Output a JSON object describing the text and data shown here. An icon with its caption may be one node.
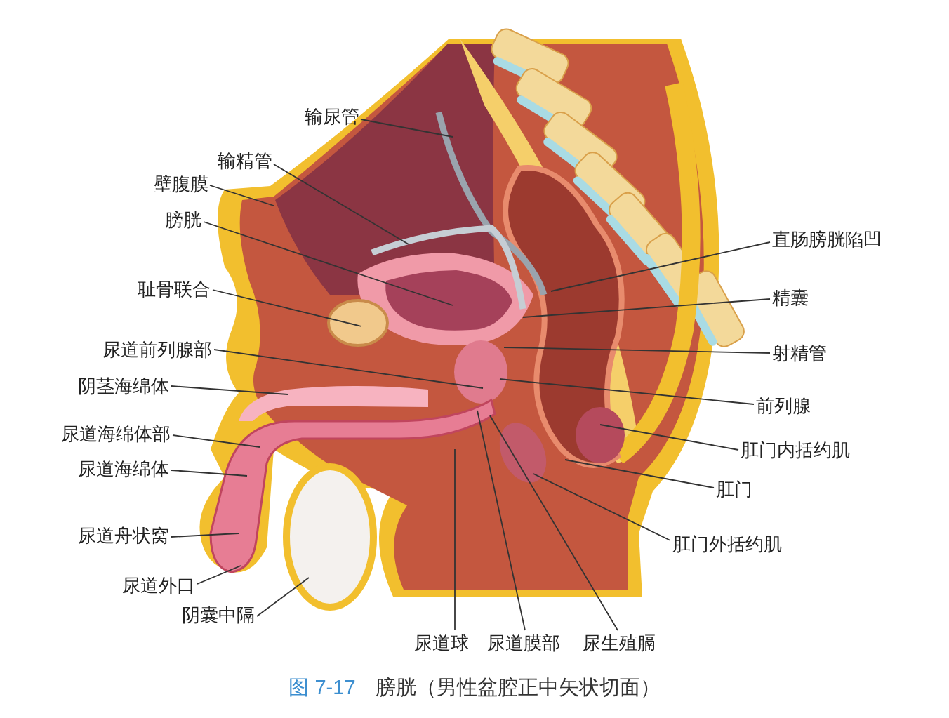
{
  "diagram": {
    "caption": "图 7-17 膀胱（男性盆腔正中矢状切面）",
    "nodes": [
      {
        "text": [
          "输尿管"
        ]
      },
      {
        "text": [
          "输精管"
        ]
      },
      {
        "text": [
          "壁腹膜"
        ]
      },
      {
        "text": [
          "膀胱"
        ]
      },
      {
        "text": [
          "耻骨联合"
        ]
      },
      {
        "text": [
          "尿道前列腺部"
        ]
      },
      {
        "text": [
          "阴茎海绵体"
        ]
      },
      {
        "text": [
          "尿道海绵体部"
        ]
      },
      {
        "text": [
          "尿道海绵体"
        ]
      },
      {
        "text": [
          "尿道舟状窝"
        ]
      },
      {
        "text": [
          "尿道外口"
        ]
      },
      {
        "text": [
          "阴囊中隔"
        ]
      },
      {
        "text": [
          "尿道球"
        ]
      },
      {
        "text": [
          "尿道膜部"
        ]
      },
      {
        "text": [
          "尿生殖膈"
        ]
      },
      {
        "text": [
          "直肠膀胱陷凹"
        ]
      },
      {
        "text": [
          "精囊"
        ]
      },
      {
        "text": [
          "射精管"
        ]
      },
      {
        "text": [
          "前列腺"
        ]
      },
      {
        "text": [
          "肛门内括约肌"
        ]
      },
      {
        "text": [
          "肛门"
        ]
      },
      {
        "text": [
          "肛门外括约肌"
        ]
      }
    ],
    "edges": [
      {
        "from": 0,
        "to": null,
        "arrow": "none"
      },
      {
        "from": 1,
        "to": null,
        "arrow": "none"
      },
      {
        "from": 2,
        "to": null,
        "arrow": "none"
      },
      {
        "from": 3,
        "to": null,
        "arrow": "none"
      },
      {
        "from": 4,
        "to": null,
        "arrow": "none"
      },
      {
        "from": 5,
        "to": null,
        "arrow": "none"
      },
      {
        "from": 6,
        "to": null,
        "arrow": "none"
      },
      {
        "from": 7,
        "to": null,
        "arrow": "none"
      },
      {
        "from": 8,
        "to": null,
        "arrow": "none"
      },
      {
        "from": 9,
        "to": null,
        "arrow": "none"
      },
      {
        "from": 10,
        "to": null,
        "arrow": "none"
      },
      {
        "from": 11,
        "to": null,
        "arrow": "none"
      },
      {
        "from": 12,
        "to": null,
        "arrow": "none"
      },
      {
        "from": 13,
        "to": null,
        "arrow": "none"
      },
      {
        "from": 14,
        "to": null,
        "arrow": "none"
      },
      {
        "from": 15,
        "to": null,
        "arrow": "none"
      },
      {
        "from": 16,
        "to": null,
        "arrow": "none"
      },
      {
        "from": 17,
        "to": null,
        "arrow": "none"
      },
      {
        "from": 18,
        "to": null,
        "arrow": "none"
      },
      {
        "from": 19,
        "to": null,
        "arrow": "none"
      },
      {
        "from": 20,
        "to": null,
        "arrow": "none"
      },
      {
        "from": 21,
        "to": null,
        "arrow": "none"
      }
    ]
  }
}
